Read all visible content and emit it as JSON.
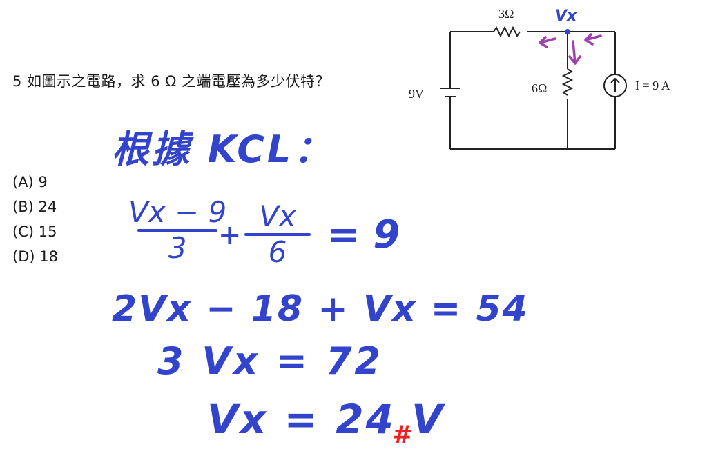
{
  "question": {
    "number": "5",
    "text": "5 如圖示之電路，求 6 Ω 之端電壓為多少伏特？"
  },
  "options": [
    {
      "label": "(A) 9"
    },
    {
      "label": "(B) 24"
    },
    {
      "label": "(C) 15"
    },
    {
      "label": "(D) 18"
    }
  ],
  "circuit": {
    "source_voltage": "9V",
    "resistor_top": "3Ω",
    "resistor_mid": "6Ω",
    "current_source": "I = 9 A",
    "node_label": "Vx",
    "colors": {
      "wire": "#222222",
      "node": "#3344cc",
      "arrows": "#a040b0"
    }
  },
  "solution": {
    "heading": "根據 KCL：",
    "eq1": {
      "term1_num": "Vx − 9",
      "term1_den": "3",
      "plus": "+",
      "term2_num": "Vx",
      "term2_den": "6",
      "rhs": "= 9"
    },
    "eq2": "2Vx − 18 + Vx = 54",
    "eq3": "3 Vx = 72",
    "eq4": "Vx = 24 V",
    "mark": "#",
    "colors": {
      "ink": "#3344cc",
      "mark": "#ee2222"
    }
  }
}
